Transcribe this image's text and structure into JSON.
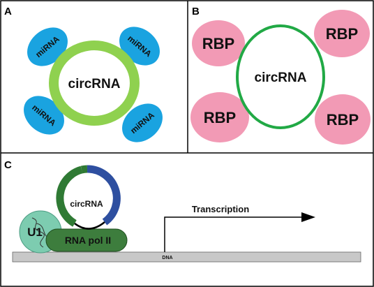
{
  "panels": {
    "a": {
      "letter": "A",
      "circrna_label": "circRNA",
      "mirna_labels": [
        "miRNA",
        "miRNA",
        "miRNA",
        "miRNA"
      ]
    },
    "b": {
      "letter": "B",
      "circrna_label": "circRNA",
      "rbp_labels": [
        "RBP",
        "RBP",
        "RBP",
        "RBP"
      ]
    },
    "c": {
      "letter": "C",
      "circrna_label": "circRNA",
      "u1_label": "U1",
      "pol_label": "RNA pol II",
      "transcription_label": "Transcription",
      "dna_label": "DNA"
    }
  },
  "colors": {
    "mirna_fill": "#1aa3e0",
    "circrna_ring_a": "#8fd14f",
    "rbp_fill": "#f29ab5",
    "circrna_ring_b": "#21a945",
    "circ_dark_green": "#2f7a34",
    "circ_blue": "#2e4fa0",
    "u1_fill": "#7dccb0",
    "pol_fill": "#3d7d3d",
    "dna_fill": "#c8c8c8"
  }
}
